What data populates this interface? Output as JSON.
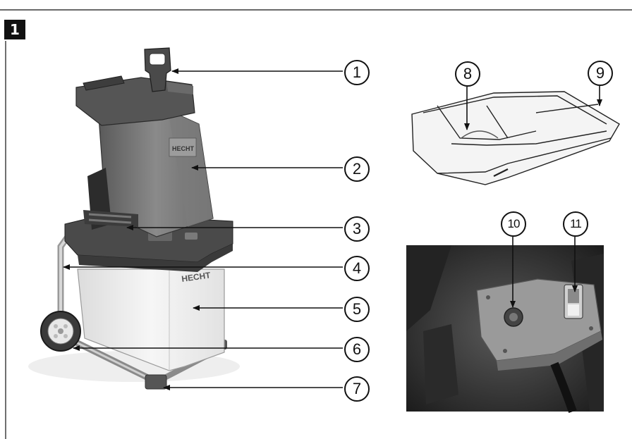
{
  "figure": {
    "number": "1"
  },
  "brand": {
    "logo_text": "HECHT"
  },
  "callouts": [
    {
      "id": 1,
      "label": "1"
    },
    {
      "id": 2,
      "label": "2"
    },
    {
      "id": 3,
      "label": "3"
    },
    {
      "id": 4,
      "label": "4"
    },
    {
      "id": 5,
      "label": "5"
    },
    {
      "id": 6,
      "label": "6"
    },
    {
      "id": 7,
      "label": "7"
    },
    {
      "id": 8,
      "label": "8"
    },
    {
      "id": 9,
      "label": "9"
    },
    {
      "id": 10,
      "label": "10"
    },
    {
      "id": 11,
      "label": "11"
    }
  ],
  "colors": {
    "line": "#111111",
    "housing_dark": "#6e6e6e",
    "housing_mid": "#8d8d8d",
    "bin": "#efefef",
    "photo_bg": "#3a3a3a"
  }
}
